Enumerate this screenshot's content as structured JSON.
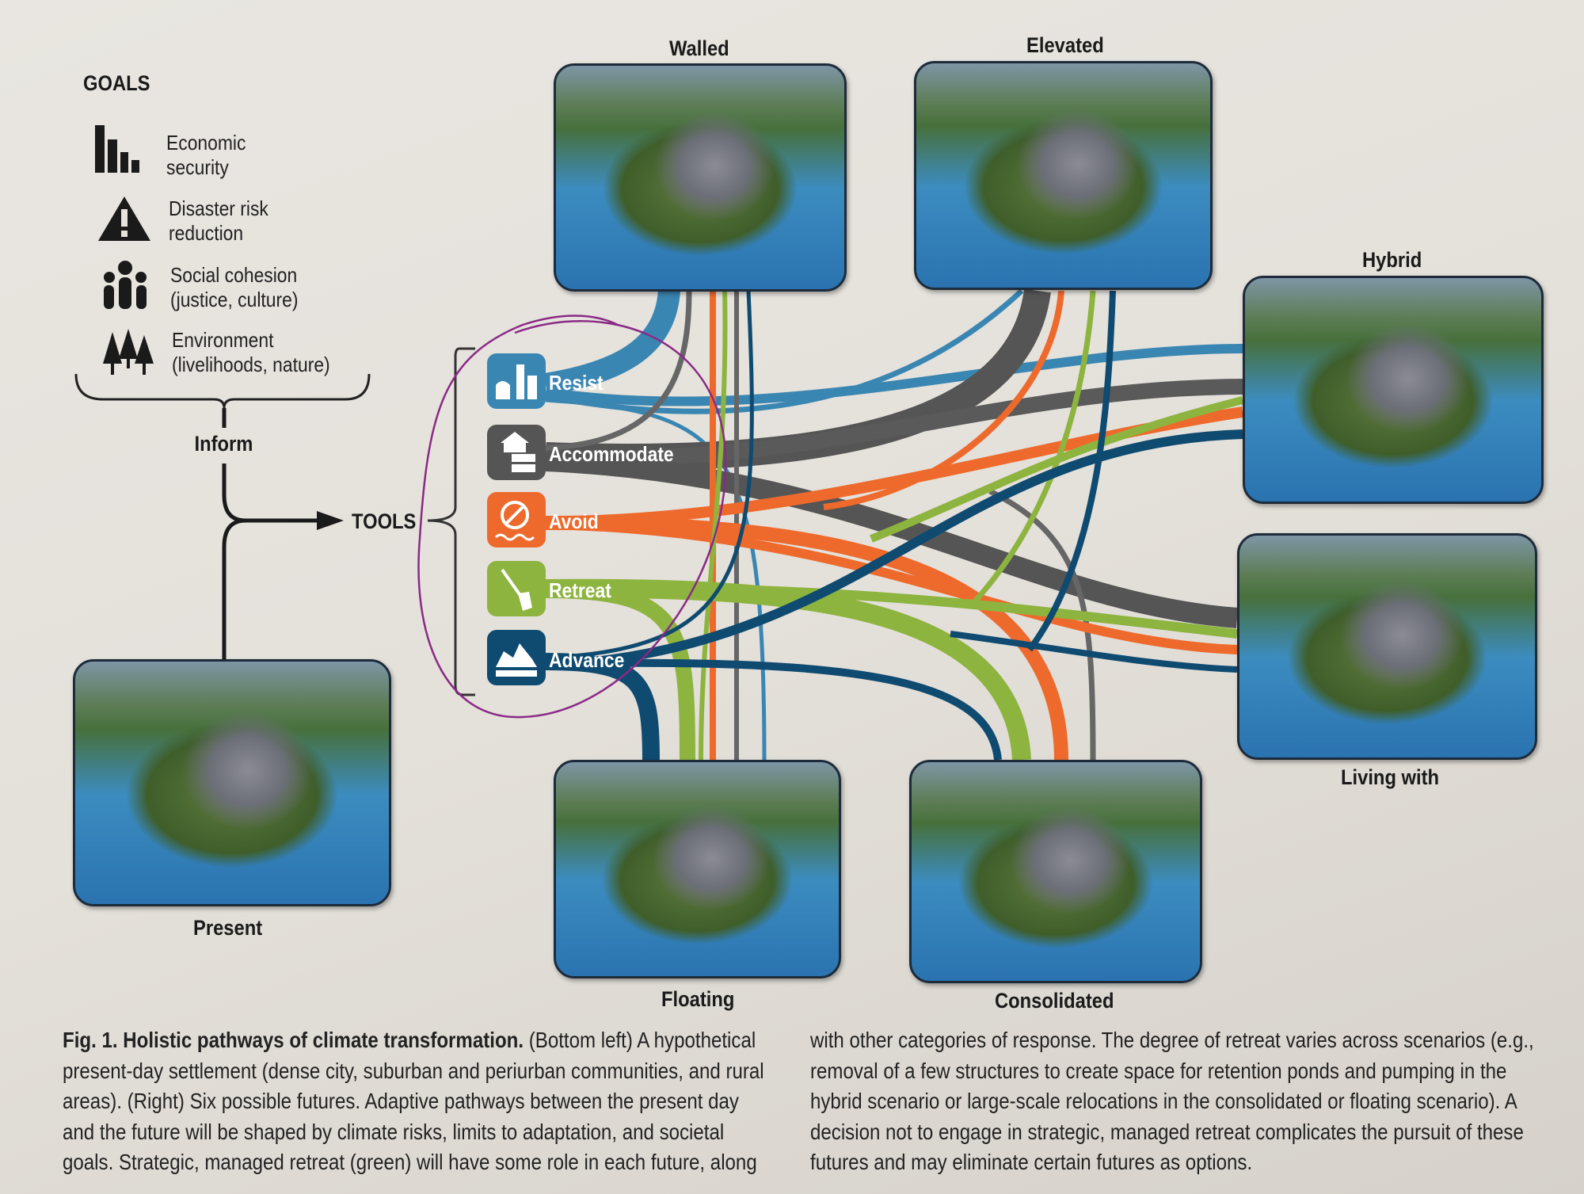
{
  "goals": {
    "title": "GOALS",
    "items": [
      {
        "icon": "bar-chart-icon",
        "label_line1": "Economic",
        "label_line2": "security"
      },
      {
        "icon": "warning-triangle-icon",
        "label_line1": "Disaster risk",
        "label_line2": "reduction"
      },
      {
        "icon": "people-icon",
        "label_line1": "Social cohesion",
        "label_line2": "(justice, culture)"
      },
      {
        "icon": "trees-icon",
        "label_line1": "Environment",
        "label_line2": "(livelihoods, nature)"
      }
    ]
  },
  "flow": {
    "inform": "Inform",
    "tools": "TOOLS"
  },
  "tools": [
    {
      "label": "Resist",
      "color": "#3a86b2",
      "icon": "seawall-icon"
    },
    {
      "label": "Accommodate",
      "color": "#555555",
      "icon": "elevated-house-icon"
    },
    {
      "label": "Avoid",
      "color": "#ee6a2c",
      "icon": "prohibited-icon"
    },
    {
      "label": "Retreat",
      "color": "#8db43f",
      "icon": "shovel-icon"
    },
    {
      "label": "Advance",
      "color": "#0f4a70",
      "icon": "land-reclamation-icon"
    }
  ],
  "scenarios": {
    "present": "Present",
    "walled": "Walled",
    "elevated": "Elevated",
    "hybrid": "Hybrid",
    "living_with": "Living with",
    "floating": "Floating",
    "consolidated": "Consolidated"
  },
  "annotation_color": "#8a2a86",
  "caption": {
    "title": "Fig. 1. Holistic pathways of climate transformation.",
    "col1": " (Bottom left) A hypothetical present-day settlement (dense city, suburban and periurban communities, and rural areas). (Right) Six possible futures. Adaptive pathways between the present day and the future will be shaped by climate risks, limits to adaptation, and societal goals. Strategic, managed retreat (green) will have some role in each future, along",
    "col2": "with other categories of response. The degree of retreat varies across scenarios (e.g., removal of a few structures to create space for retention ponds and pumping in the hybrid scenario or large-scale relocations in the consolidated or floating scenario). A decision not to engage in strategic, managed retreat complicates the pursuit of these futures and may eliminate certain futures as options."
  }
}
